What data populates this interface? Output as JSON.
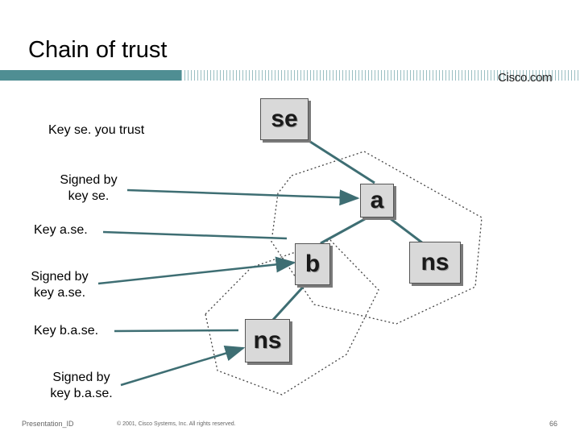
{
  "slide": {
    "title": "Chain of trust",
    "logo": "Cisco.com",
    "footer_left": "Presentation_ID",
    "footer_center": "© 2001, Cisco Systems, Inc. All rights reserved.",
    "page_number": "66"
  },
  "labels": {
    "key_se": "Key se. you trust",
    "signed_se": "Signed by\nkey se.",
    "key_a": "Key a.se.",
    "signed_a": "Signed by\nkey a.se.",
    "key_b": "Key b.a.se.",
    "signed_b": "Signed by\nkey b.a.se."
  },
  "nodes": {
    "se": "se",
    "a": "a",
    "b": "b",
    "ns_right": "ns",
    "ns_bottom": "ns"
  },
  "colors": {
    "bar": "#4f8e93",
    "arrow": "#3e6e73",
    "node_fill": "#d9d9d9"
  }
}
